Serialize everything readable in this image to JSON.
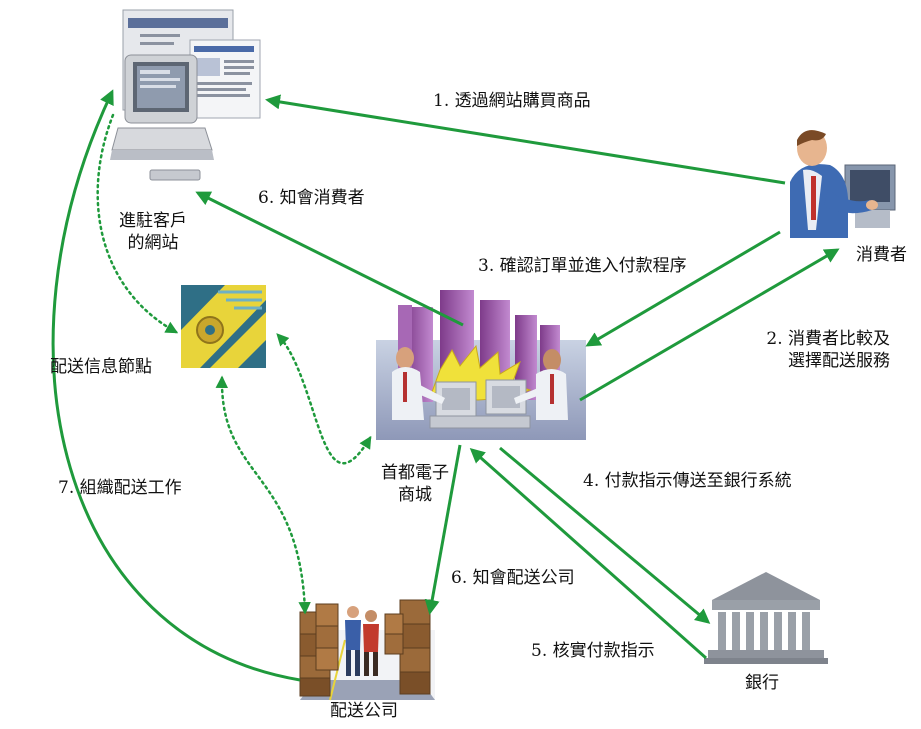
{
  "colors": {
    "arrow": "#1f9a3c",
    "dotted_arrow": "#1f9a3c"
  },
  "nodes": {
    "website": {
      "icon": "website-computer-icon",
      "label_line1": "進駐客戶",
      "label_line2": "的網站"
    },
    "consumer": {
      "icon": "consumer-person-icon",
      "label": "消費者"
    },
    "info_node": {
      "icon": "info-node-disk-icon",
      "label": "配送信息節點"
    },
    "mall": {
      "icon": "shopping-mall-handshake-icon",
      "label_line1": "首都電子",
      "label_line2": "商城"
    },
    "delivery": {
      "icon": "warehouse-workers-icon",
      "label": "配送公司"
    },
    "bank": {
      "icon": "bank-building-icon",
      "label": "銀行"
    }
  },
  "steps": {
    "s1": "1. 透過網站購買商品",
    "s2_line1": "2. 消費者比較及",
    "s2_line2": "選擇配送服務",
    "s3": "3. 確認訂單並進入付款程序",
    "s4": "4. 付款指示傳送至銀行系統",
    "s5": "5. 核實付款指示",
    "s6a": "6. 知會消費者",
    "s6b": "6. 知會配送公司",
    "s7": "7. 組織配送工作"
  }
}
